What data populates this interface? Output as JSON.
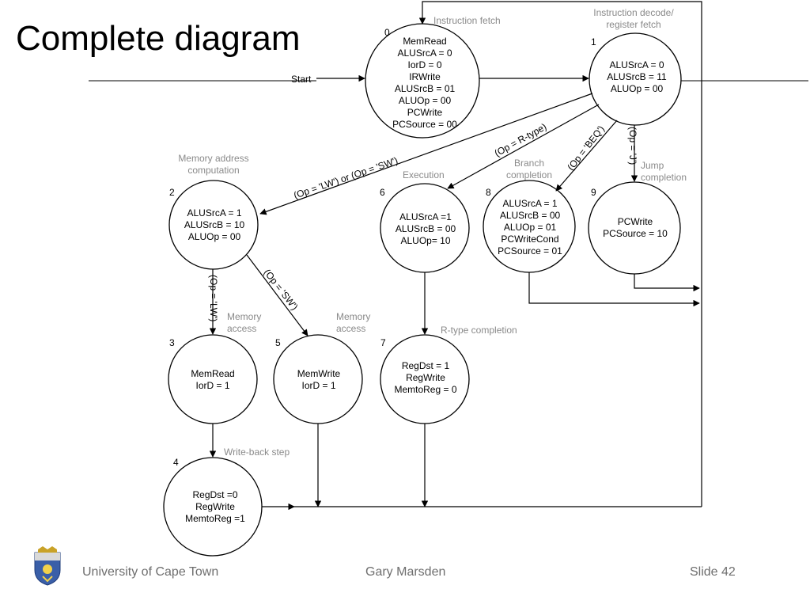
{
  "slide": {
    "title": "Complete diagram"
  },
  "diagram": {
    "start_label": "Start",
    "phases": {
      "instruction_fetch": "Instruction fetch",
      "decode_line1": "Instruction decode/",
      "decode_line2": "register fetch",
      "memaddr_line1": "Memory address",
      "memaddr_line2": "computation",
      "execution": "Execution",
      "branch_line1": "Branch",
      "branch_line2": "completion",
      "jump_line1": "Jump",
      "jump_line2": "completion",
      "memaccess_line1": "Memory",
      "memaccess_line2": "access",
      "rtype_completion": "R-type completion",
      "writeback": "Write-back step"
    },
    "states": [
      {
        "id": "0",
        "lines": [
          "MemRead",
          "ALUSrcA = 0",
          "IorD = 0",
          "IRWrite",
          "ALUSrcB = 01",
          "ALUOp = 00",
          "PCWrite",
          "PCSource = 00"
        ]
      },
      {
        "id": "1",
        "lines": [
          "ALUSrcA = 0",
          "ALUSrcB = 11",
          "ALUOp = 00"
        ]
      },
      {
        "id": "2",
        "lines": [
          "ALUSrcA = 1",
          "ALUSrcB = 10",
          "ALUOp = 00"
        ]
      },
      {
        "id": "6",
        "lines": [
          "ALUSrcA =1",
          "ALUSrcB = 00",
          "ALUOp= 10"
        ]
      },
      {
        "id": "8",
        "lines": [
          "ALUSrcA = 1",
          "ALUSrcB = 00",
          "ALUOp = 01",
          "PCWriteCond",
          "PCSource = 01"
        ]
      },
      {
        "id": "9",
        "lines": [
          "PCWrite",
          "PCSource = 10"
        ]
      },
      {
        "id": "3",
        "lines": [
          "MemRead",
          "IorD = 1"
        ]
      },
      {
        "id": "5",
        "lines": [
          "MemWrite",
          "IorD = 1"
        ]
      },
      {
        "id": "7",
        "lines": [
          "RegDst = 1",
          "RegWrite",
          "MemtoReg = 0"
        ]
      },
      {
        "id": "4",
        "lines": [
          "RegDst =0",
          "RegWrite",
          "MemtoReg =1"
        ]
      }
    ],
    "conditions": {
      "lw_or_sw": "(Op = 'LW') or (Op = 'SW')",
      "rtype": "(Op = R-type)",
      "beq": "(Op = 'BEQ')",
      "jump": "(Op = 'J')",
      "lw": "(Op = 'LW')",
      "sw": "(Op = 'SW')"
    }
  },
  "footer": {
    "university": "University of Cape Town",
    "author": "Gary Marsden",
    "slide_number": "Slide 42"
  }
}
